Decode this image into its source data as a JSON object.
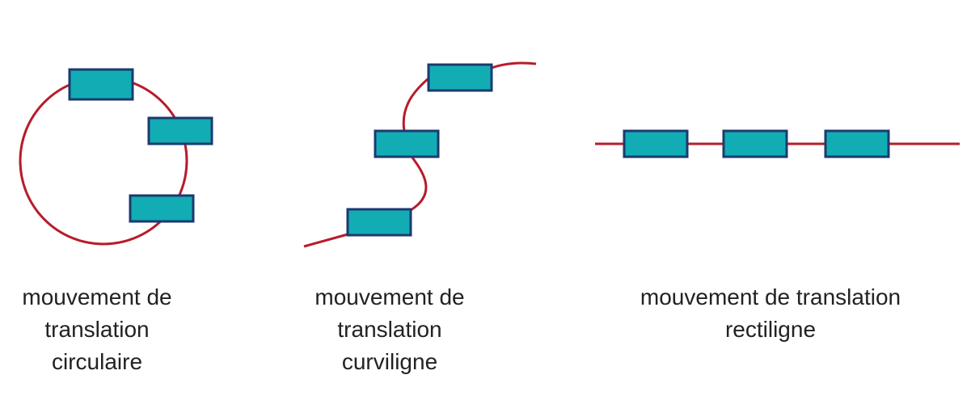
{
  "colors": {
    "path": "#b71c2b",
    "block_fill": "#12adb4",
    "block_stroke": "#1b3a70",
    "text": "#222222"
  },
  "panels": [
    {
      "id": "circulaire",
      "caption_lines": [
        "mouvement de",
        "translation",
        "circulaire"
      ]
    },
    {
      "id": "curviligne",
      "caption_lines": [
        "mouvement de",
        "translation",
        "curviligne"
      ]
    },
    {
      "id": "rectiligne",
      "caption_lines": [
        "mouvement de translation",
        "rectiligne"
      ]
    }
  ]
}
